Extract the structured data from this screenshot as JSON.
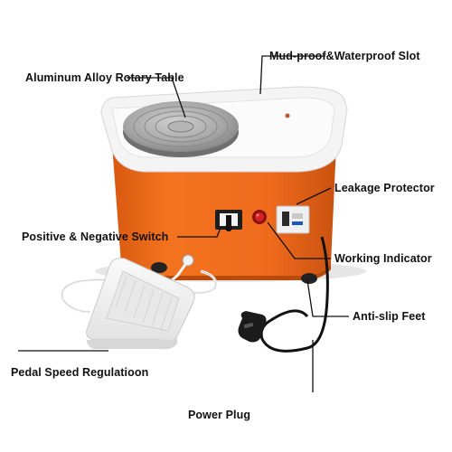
{
  "labels": {
    "rotary_table": "Aluminum Alloy Rotary Table",
    "slot": "Mud-proof&Waterproof Slot",
    "leakage": "Leakage Protector",
    "switch": "Positive & Negative Switch",
    "indicator": "Working Indicator",
    "feet": "Anti-slip Feet",
    "pedal": "Pedal Speed Regulatioon",
    "plug": "Power Plug"
  },
  "colors": {
    "body_orange": "#ef6a1d",
    "body_dark": "#c9520f",
    "basin_white": "#f4f4f4",
    "table_gray": "#9a9a9a",
    "leader": "#111111"
  }
}
